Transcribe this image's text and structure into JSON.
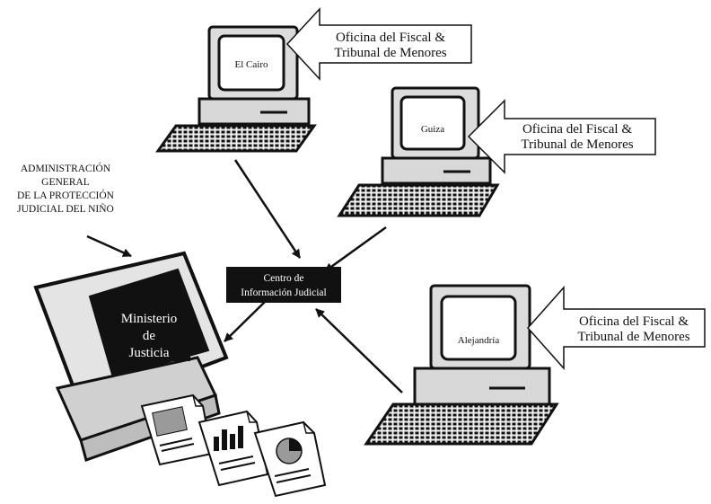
{
  "callouts": {
    "cairo": {
      "line1": "Oficina del Fiscal &",
      "line2": "Tribunal de Menores"
    },
    "guiza": {
      "line1": "Oficina del Fiscal &",
      "line2": "Tribunal de Menores"
    },
    "alejandria": {
      "line1": "Oficina del Fiscal &",
      "line2": "Tribunal de Menores"
    }
  },
  "terminals": {
    "cairo": "El Cairo",
    "guiza": "Guiza",
    "alejandria": "Alejandría"
  },
  "hub": {
    "line1": "Centro de",
    "line2": "Información Judicial"
  },
  "admin": {
    "line1": "ADMINISTRACIÓN",
    "line2": "GENERAL",
    "line3": "DE LA PROTECCIÓN",
    "line4": "JUDICIAL DEL NIÑO"
  },
  "ministry": {
    "line1": "Ministerio",
    "line2": "de",
    "line3": "Justicia"
  }
}
